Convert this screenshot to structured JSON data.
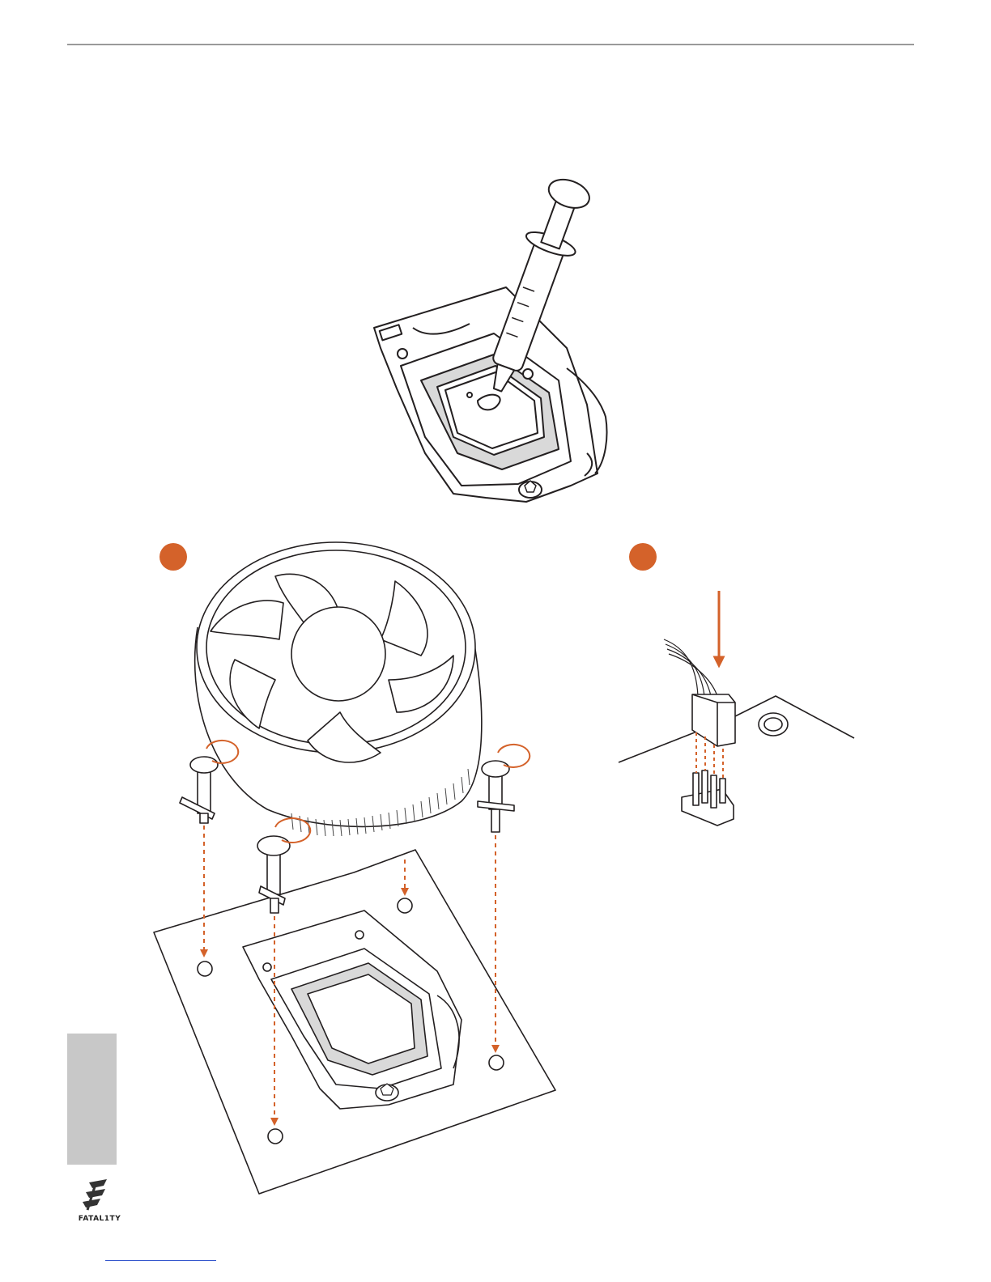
{
  "brand": {
    "logo_text": "FATAL1TY",
    "logo_icon": "fatal1ty-logo-icon"
  },
  "illustrations": {
    "thermal_paste": {
      "icon": "syringe-applying-thermal-paste-illustration"
    },
    "cooler_install": {
      "icon": "cpu-fan-heatsink-installation-illustration",
      "step_marker_color": "#d4622a"
    },
    "fan_connector": {
      "icon": "cpu-fan-connector-illustration",
      "step_marker_color": "#d4622a"
    }
  },
  "colors": {
    "accent": "#d4622a",
    "line": "#231f20",
    "side_tab": "#c8c8c8",
    "rule": "#9a9a9a"
  }
}
